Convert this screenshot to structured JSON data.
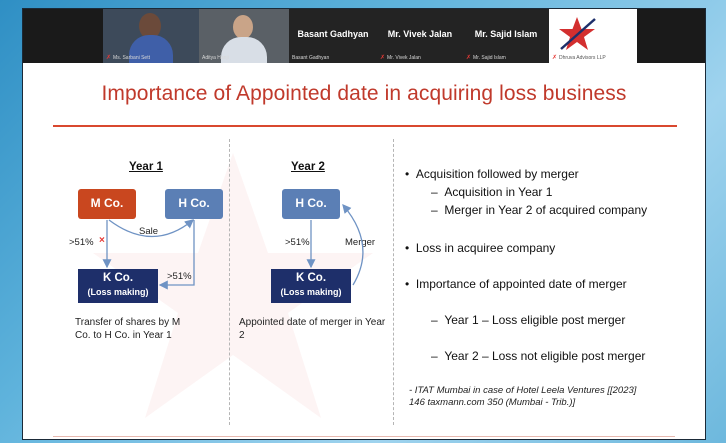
{
  "participants": [
    {
      "display": "",
      "label": "Ms. Sarbani Sett"
    },
    {
      "display": "",
      "label": "Aditya Hanji"
    },
    {
      "display": "Basant Gadhyan",
      "label": "Basant Gadhyan"
    },
    {
      "display": "Mr. Vivek Jalan",
      "label": "Mr. Vivek Jalan"
    },
    {
      "display": "Mr. Sajid Islam",
      "label": "Mr. Sajid Islam"
    },
    {
      "display": "",
      "label": "Dhruva Advisors LLP"
    }
  ],
  "slide": {
    "title": "Importance of Appointed date in acquiring loss business",
    "year1": {
      "heading": "Year 1",
      "m_co": "M Co.",
      "h_co": "H Co.",
      "k_co": "K Co.",
      "k_sub": "(Loss making)",
      "sale_label": "Sale",
      "pct_left": ">51%",
      "pct_right": ">51%",
      "caption": "Transfer of shares by M Co. to H Co. in Year 1"
    },
    "year2": {
      "heading": "Year 2",
      "h_co": "H Co.",
      "k_co": "K Co.",
      "k_sub": "(Loss making)",
      "pct": ">51%",
      "merger_label": "Merger",
      "caption": "Appointed date of merger in Year 2"
    },
    "bullets": {
      "b1": "Acquisition followed by merger",
      "b1a": "Acquisition in Year 1",
      "b1b": "Merger in Year 2 of acquired company",
      "b2": "Loss in acquiree company",
      "b3": "Importance of appointed date of merger",
      "b3a": "Year 1 – Loss eligible post merger",
      "b3b": "Year 2 – Loss not eligible post merger"
    },
    "citation": {
      "line1": "- ITAT Mumbai in case of Hotel Leela Ventures [[2023]",
      "line2": "146 taxmann.com 350 (Mumbai - Trib.)]"
    }
  },
  "glyphs": {
    "bullet": "•",
    "dash": "–",
    "cross": "×",
    "mic_off": "✗"
  },
  "colors": {
    "title": "#c0392b",
    "m_box": "#c9471f",
    "h_box": "#5b7fb5",
    "k_box": "#1e2f6a",
    "arrow": "#6f93c4"
  }
}
